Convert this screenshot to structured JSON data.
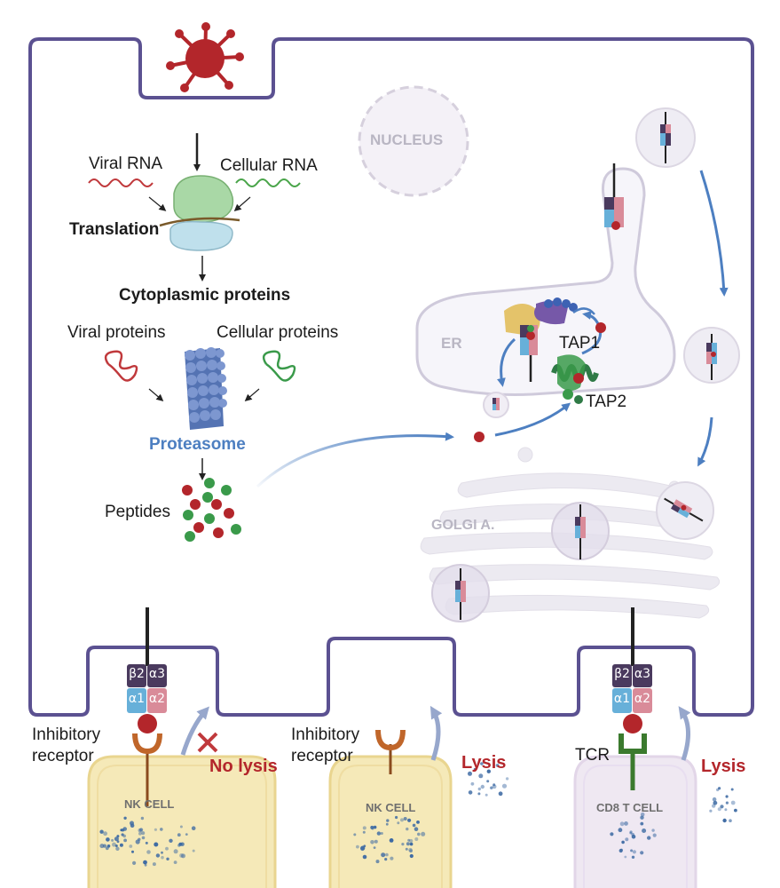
{
  "labels": {
    "viral_rna": "Viral RNA",
    "cellular_rna": "Cellular RNA",
    "translation": "Translation",
    "cytoplasmic_proteins": "Cytoplasmic proteins",
    "viral_proteins": "Viral proteins",
    "cellular_proteins": "Cellular proteins",
    "proteasome": "Proteasome",
    "peptides": "Peptides",
    "nucleus": "NUCLEUS",
    "er": "ER",
    "tap1": "TAP1",
    "tap2": "TAP2",
    "golgi": "GOLGI A.",
    "inhibitory_receptor_1": "Inhibitory\nreceptor",
    "inhibitory_receptor_2": "Inhibitory\nreceptor",
    "tcr": "TCR",
    "no_lysis": "No lysis",
    "lysis_1": "Lysis",
    "lysis_2": "Lysis",
    "nk_cell_1": "NK CELL",
    "nk_cell_2": "NK CELL",
    "cd8_cell": "CD8 T CELL"
  },
  "mhc_chains": {
    "b2": "β2",
    "a3": "α3",
    "a1": "α1",
    "a2": "α2"
  },
  "colors": {
    "membrane": "#5b5191",
    "virus": "#b3262b",
    "arrow_blue": "#4d7fc1",
    "alpha3": "#4a3a5e",
    "alpha1": "#67b0d9",
    "alpha2": "#d98b99",
    "peptide_red": "#b3262b",
    "peptide_green": "#3a9a4a",
    "nk_cell": "#f5e9b8",
    "cd8_cell": "#efe8f2"
  }
}
